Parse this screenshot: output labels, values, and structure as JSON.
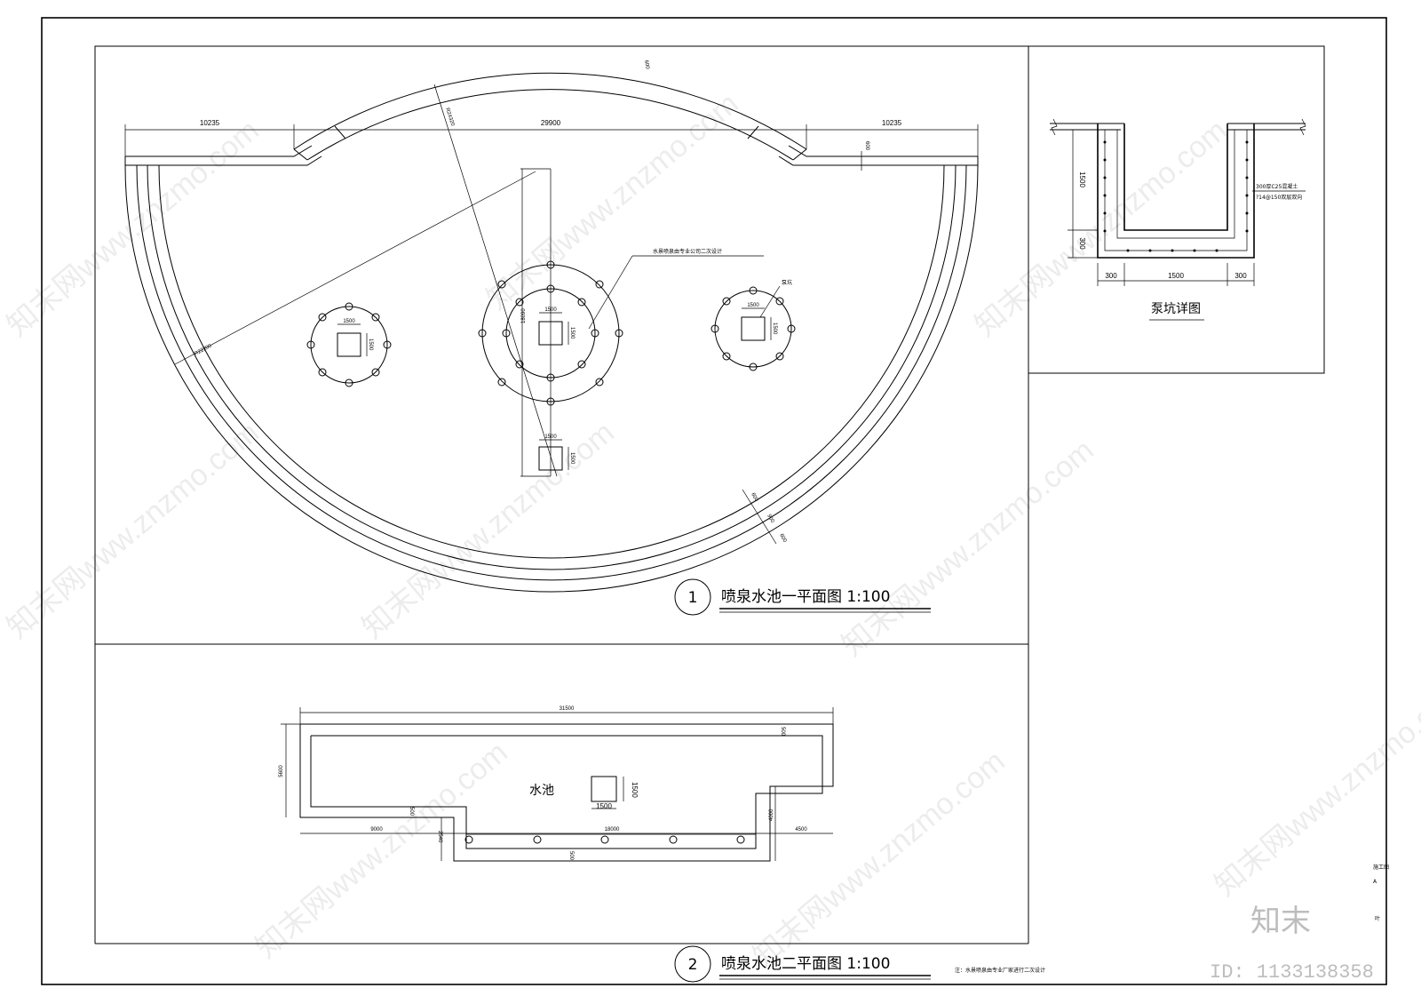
{
  "plan1": {
    "number": "1",
    "title": "喷泉水池一平面图 1:100",
    "dims": {
      "left_width": "10235",
      "middle_width": "29900",
      "right_width": "10235",
      "arc_thickness": "600",
      "step_offset": "600",
      "radius_outer": "R24320",
      "radius_inner": "R22200",
      "ring_600a": "600",
      "ring_900": "900",
      "ring_600b": "600",
      "axis_length": "18090",
      "pit_size": "1500"
    },
    "notes": {
      "design_note": "水景喷泉由专业公司二次设计",
      "pump_pit_label": "泵坑"
    }
  },
  "plan2": {
    "number": "2",
    "title": "喷泉水池二平面图 1:100",
    "pool_label": "水池",
    "dims": {
      "total_width": "31500",
      "depth": "5600",
      "wall_top": "500",
      "step_wall": "500",
      "left_seg": "9000",
      "mid_seg": "18000",
      "right_seg": "4500",
      "left_drop": "2540",
      "right_drop": "4000",
      "bottom_wall": "500",
      "pit_w": "1500",
      "pit_h": "1500"
    },
    "note": "注：水景喷泉由专业厂家进行二次设计"
  },
  "pump_pit_detail": {
    "title": "泵坑详图",
    "depth": "1500",
    "floor": "300",
    "wall_left": "300",
    "inner_width": "1500",
    "wall_right": "300",
    "spec_line1": "300厚C25混凝土",
    "spec_line2": "?14@150双层双向"
  },
  "title_block": {
    "stage": "施工图",
    "sheet": "A",
    "leaf": "叶"
  },
  "watermark": {
    "text": "知末网www.znzmo.com",
    "brand": "知末",
    "id": "ID: 1133138358"
  }
}
